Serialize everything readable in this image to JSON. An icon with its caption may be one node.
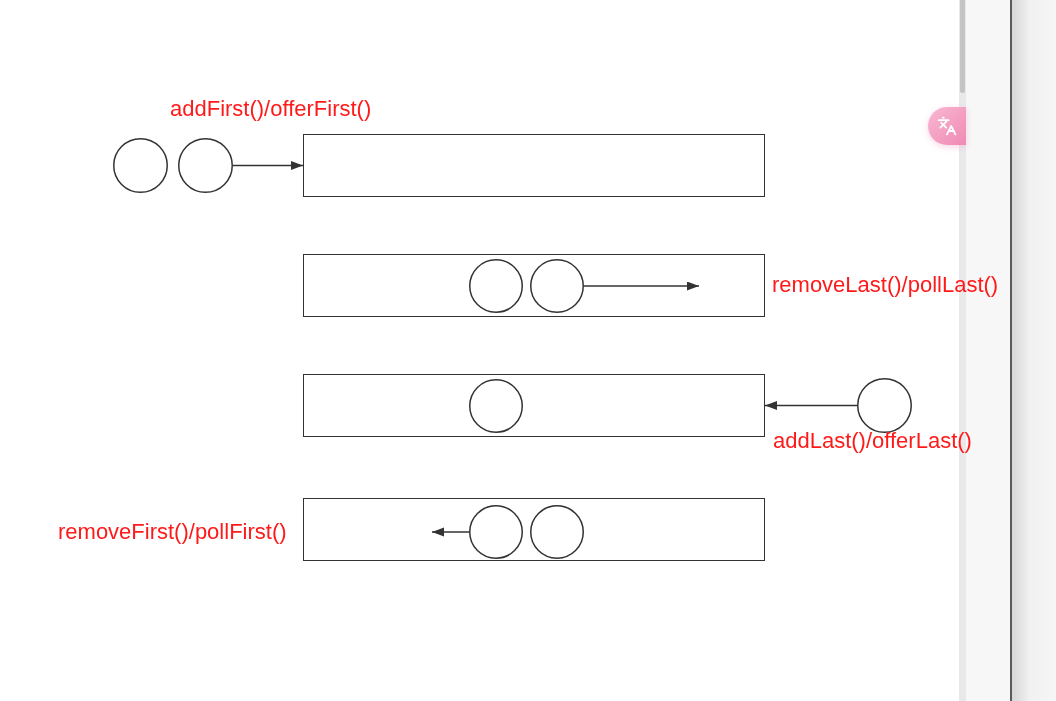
{
  "diagram": {
    "nodes": [
      {
        "text": [],
        "shape": "circle"
      },
      {
        "text": [],
        "shape": "circle"
      },
      {
        "text": [],
        "shape": "box"
      },
      {
        "text": [],
        "shape": "box"
      },
      {
        "text": [],
        "shape": "circle",
        "in": 3
      },
      {
        "text": [],
        "shape": "circle",
        "in": 3
      },
      {
        "text": [],
        "shape": "box"
      },
      {
        "text": [],
        "shape": "circle",
        "in": 6
      },
      {
        "text": [],
        "shape": "circle"
      },
      {
        "text": [],
        "shape": "box"
      },
      {
        "text": [],
        "shape": "circle",
        "in": 9
      },
      {
        "text": [],
        "shape": "circle",
        "in": 9
      }
    ],
    "edges": [
      {
        "from": 1,
        "to": 2,
        "arrow": "to"
      },
      {
        "from": 5,
        "to": null,
        "arrow": "to"
      },
      {
        "from": 8,
        "to": 6,
        "arrow": "to"
      },
      {
        "from": 10,
        "to": null,
        "arrow": "to"
      }
    ],
    "labels": [
      "addFirst()/offerFirst()",
      "removeLast()/pollLast()",
      "addLast()/offerLast()",
      "removeFirst()/pollFirst()"
    ]
  }
}
